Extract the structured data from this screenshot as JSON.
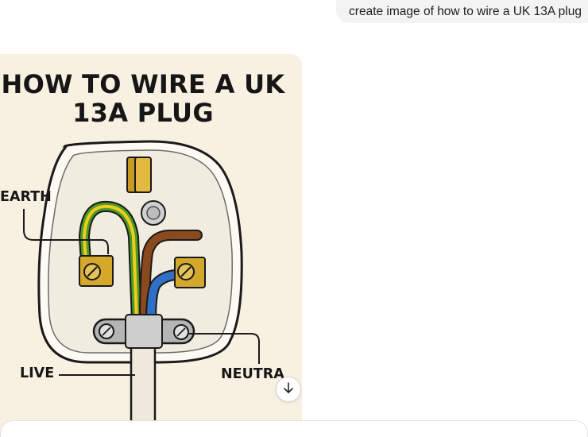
{
  "chat": {
    "user_message": "create image of how to wire a UK 13A plug"
  },
  "image": {
    "title_line1": "HOW TO WIRE A UK",
    "title_line2": "13A PLUG",
    "labels": {
      "earth": "EARTH",
      "live": "LIVE",
      "neutral": "NEUTRAL"
    },
    "colors": {
      "background": "#f8f1e2",
      "earth_green": "#4a9a2c",
      "earth_yellow": "#f2cc1a",
      "live_brown": "#8a4a1e",
      "neutral_blue": "#2f6fc6",
      "brass": "#d4a82a"
    }
  },
  "controls": {
    "scroll_down_icon": "arrow-down-icon"
  }
}
